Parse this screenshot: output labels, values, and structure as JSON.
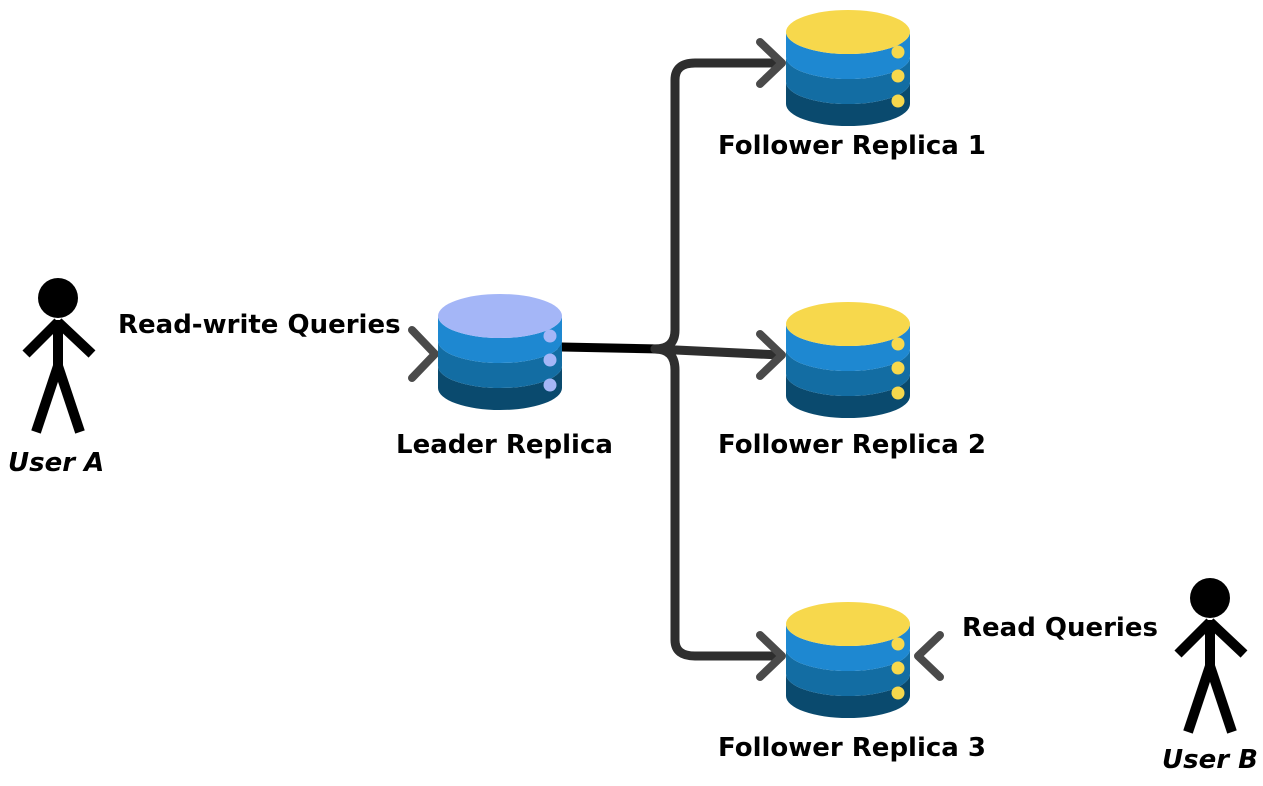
{
  "title": "Leader-Follower Replication",
  "colors": {
    "leader_top": "#a4b6f7",
    "follower_top": "#f7d84c",
    "band1": "#1e88d1",
    "band2": "#136da3",
    "band3": "#0a4a6e",
    "leader_dot": "#a4b6f7",
    "follower_dot": "#f7d84c",
    "arrow": "#3a3a3a",
    "link": "#000000"
  },
  "nodes": {
    "user_a": {
      "label": "User A"
    },
    "user_b": {
      "label": "User B"
    },
    "leader": {
      "label": "Leader Replica"
    },
    "follower1": {
      "label": "Follower Replica 1"
    },
    "follower2": {
      "label": "Follower Replica 2"
    },
    "follower3": {
      "label": "Follower Replica 3"
    }
  },
  "edges": {
    "user_a_to_leader": {
      "label": "Read-write Queries"
    },
    "user_b_to_follower3": {
      "label": "Read Queries"
    }
  }
}
